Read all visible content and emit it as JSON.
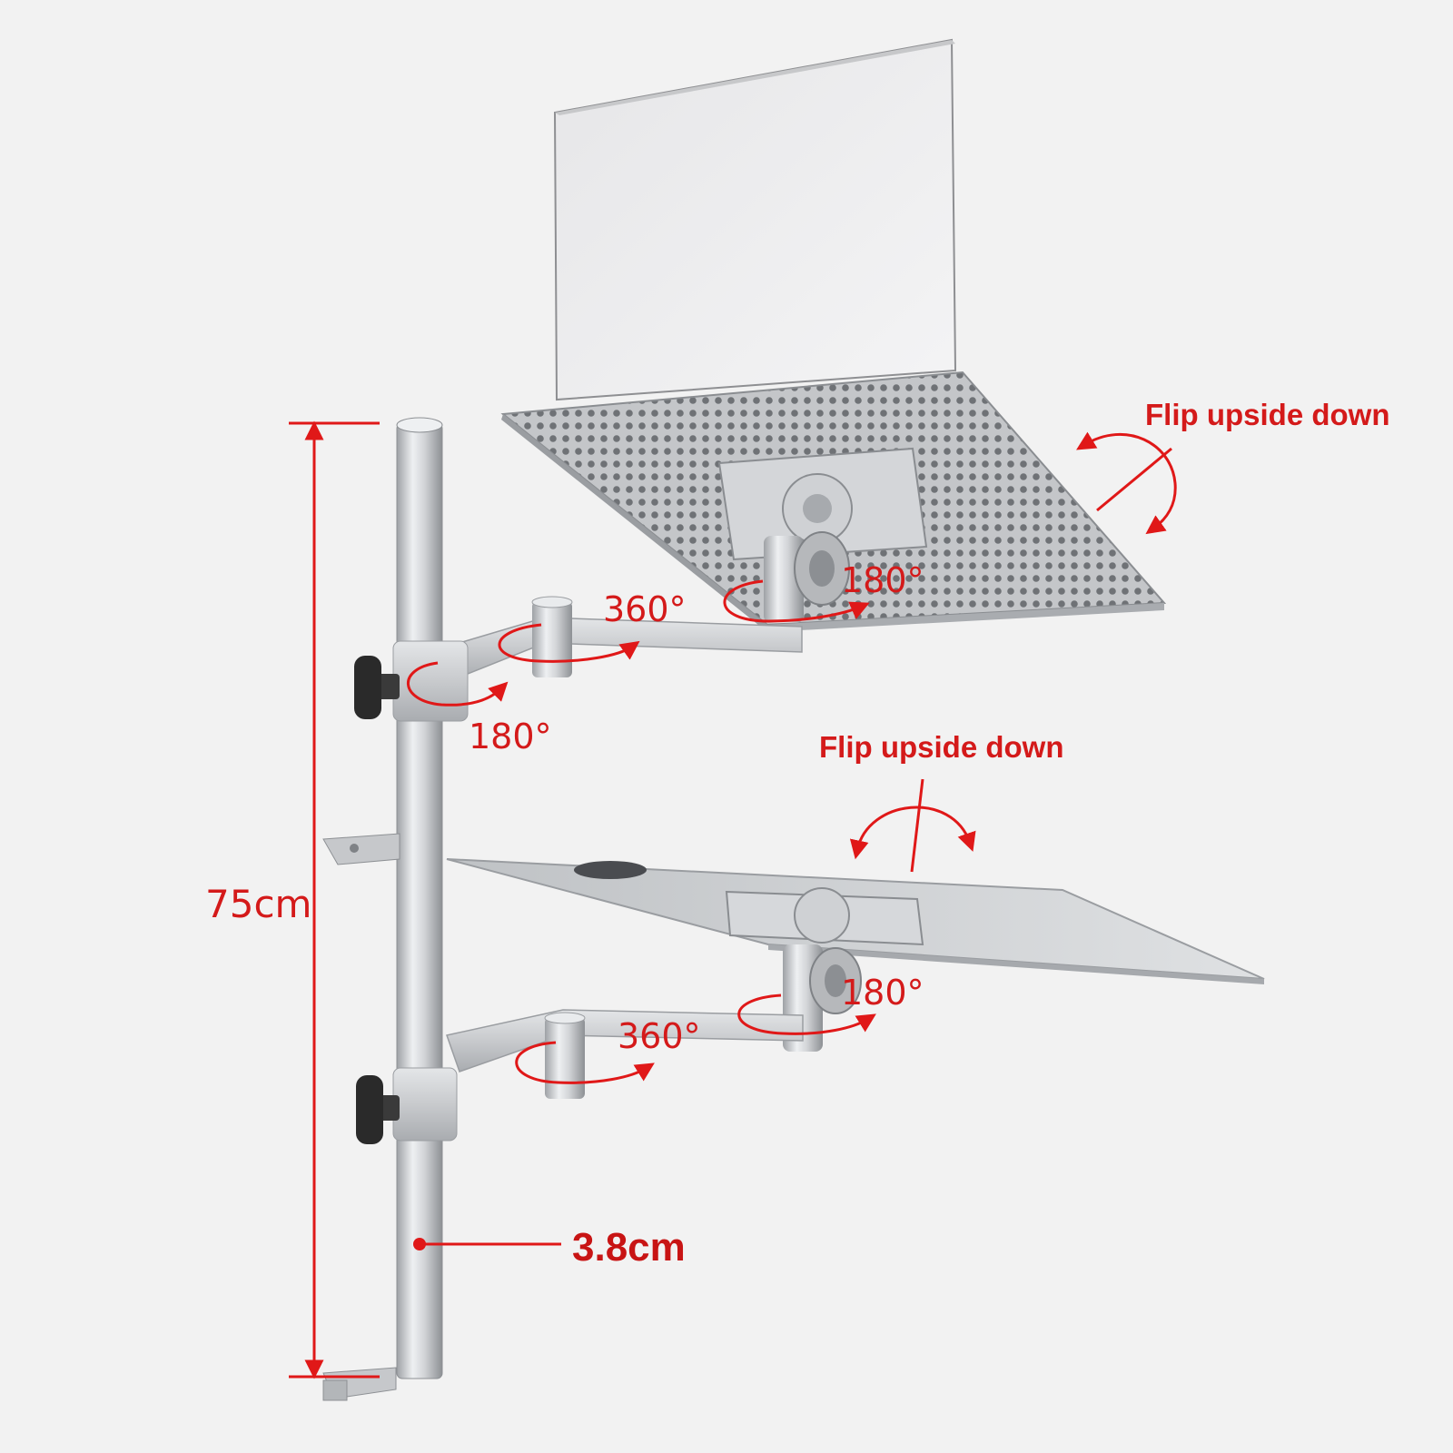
{
  "annotations": {
    "upper_flip_label": "Flip upside down",
    "lower_flip_label": "Flip upside down",
    "upper_swivel_label": "360°",
    "upper_tilt_label": "180°",
    "upper_joint_label": "180°",
    "lower_swivel_label": "360°",
    "lower_tilt_label": "180°",
    "height_label": "75cm",
    "diameter_label": "3.8cm"
  },
  "colors": {
    "annotation_red": "#e01818",
    "label_red": "#d41a1a",
    "background": "#f2f2f2",
    "aluminum": "#c9cbce",
    "knob": "#2a2a2a"
  }
}
